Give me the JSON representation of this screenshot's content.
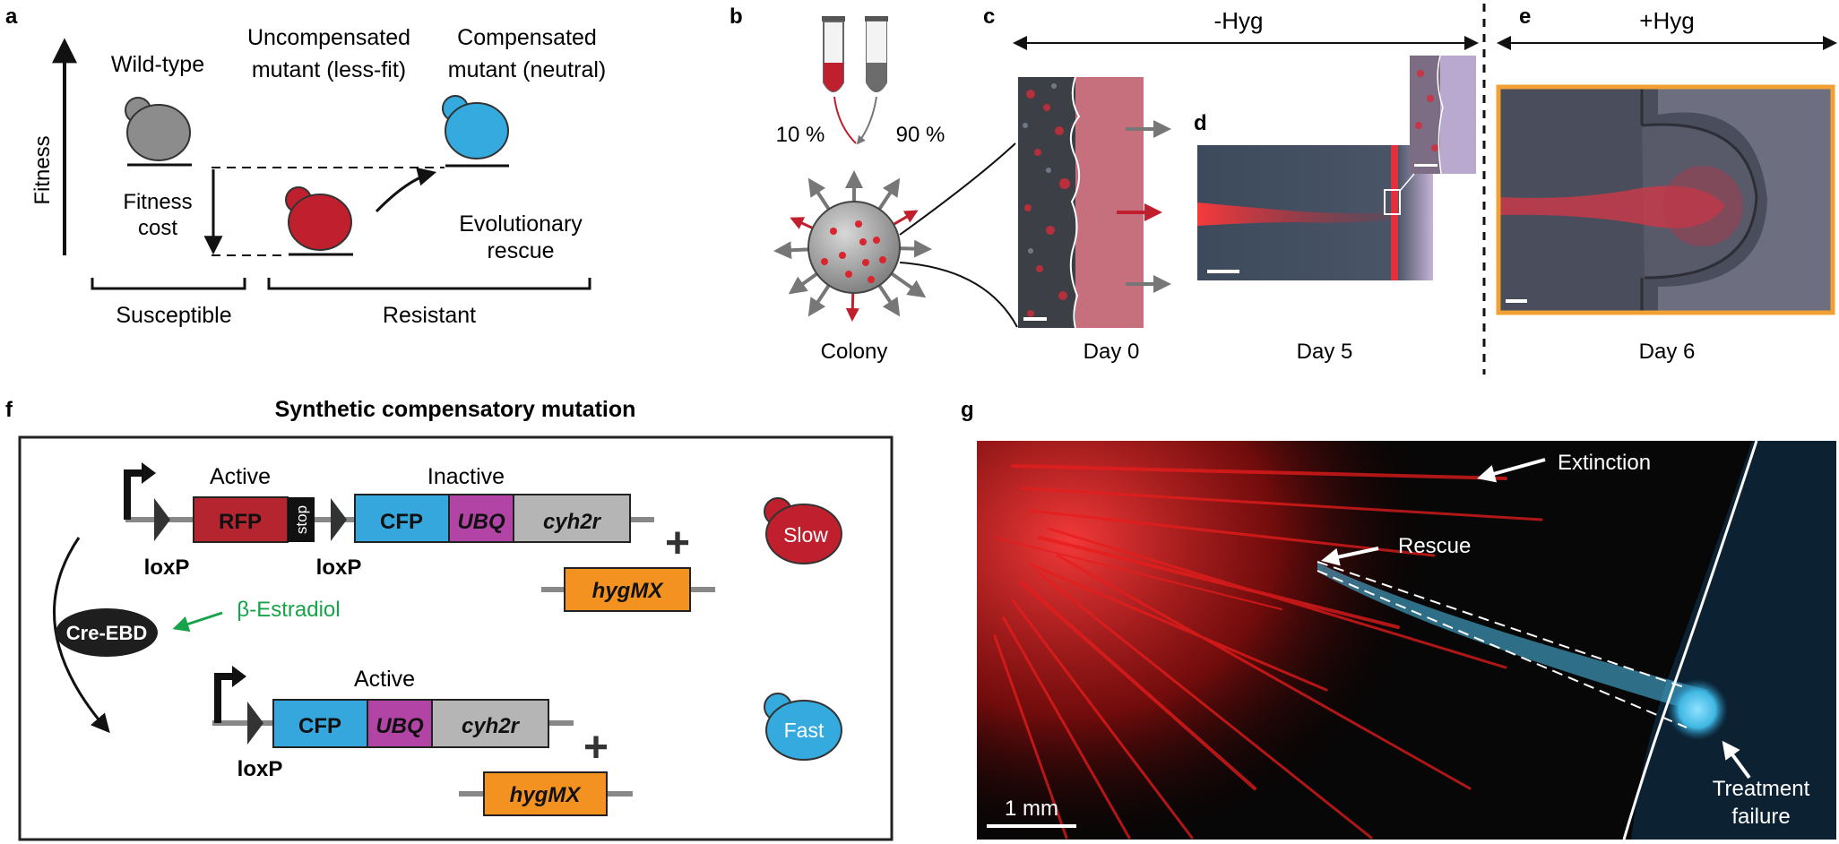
{
  "panel_a": {
    "letter": "a",
    "axis_label": "Fitness",
    "wild_type": "Wild-type",
    "uncompensated_line1": "Uncompensated",
    "uncompensated_line2": "mutant (less-fit)",
    "compensated_line1": "Compensated",
    "compensated_line2": "mutant (neutral)",
    "fitness_cost_line1": "Fitness",
    "fitness_cost_line2": "cost",
    "rescue_line1": "Evolutionary",
    "rescue_line2": "rescue",
    "susceptible": "Susceptible",
    "resistant": "Resistant"
  },
  "panel_b": {
    "letter": "b",
    "left_percent": "10 %",
    "right_percent": "90 %",
    "colony": "Colony"
  },
  "panel_c": {
    "letter": "c",
    "condition": "-Hyg",
    "day0": "Day 0"
  },
  "panel_d": {
    "letter": "d",
    "day5": "Day 5"
  },
  "panel_e": {
    "letter": "e",
    "condition": "+Hyg",
    "day6": "Day 6"
  },
  "panel_f": {
    "letter": "f",
    "title": "Synthetic compensatory mutation",
    "active_top": "Active",
    "inactive": "Inactive",
    "rfp": "RFP",
    "stop": "stop",
    "cfp": "CFP",
    "ubq": "UBQ",
    "cyh2r": "cyh2r",
    "loxp": "loxP",
    "hygmx": "hygMX",
    "slow": "Slow",
    "fast": "Fast",
    "cre": "Cre-EBD",
    "estradiol": "β-Estradiol",
    "active_bottom": "Active",
    "plus": "+"
  },
  "panel_g": {
    "letter": "g",
    "extinction": "Extinction",
    "rescue": "Rescue",
    "treatment_line1": "Treatment",
    "treatment_line2": "failure",
    "scale": "1 mm"
  },
  "colors": {
    "red_cell": "#c0202e",
    "blue_cell": "#35aadf",
    "grey_cell": "#8c8c8c",
    "rfp": "#b42530",
    "cfp": "#35a7dd",
    "ubq": "#b244a6",
    "cyh2r": "#b5b5b5",
    "hygmx": "#f39220",
    "estradiol": "#17a34a",
    "frame_orange": "#f1a033"
  }
}
